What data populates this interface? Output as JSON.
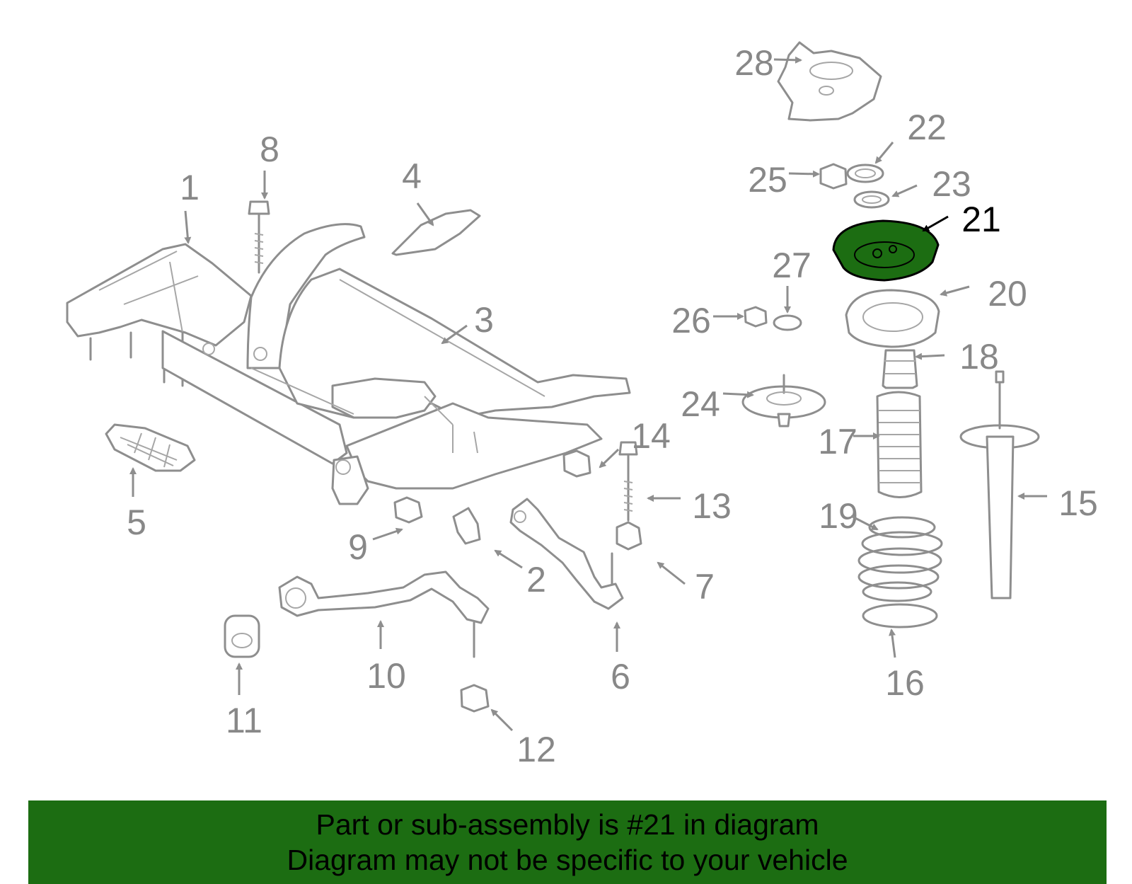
{
  "diagram": {
    "highlight_color": "#1c6d12",
    "callouts": [
      "1",
      "2",
      "3",
      "4",
      "5",
      "6",
      "7",
      "8",
      "9",
      "10",
      "11",
      "12",
      "13",
      "14",
      "15",
      "16",
      "17",
      "18",
      "19",
      "20",
      "21",
      "22",
      "23",
      "24",
      "25",
      "26",
      "27",
      "28"
    ],
    "highlighted_callout": "21"
  },
  "banner": {
    "line1": "Part or sub-assembly is #21 in diagram",
    "line2": "Diagram may not be specific to your vehicle",
    "color": "#1c6d12"
  }
}
